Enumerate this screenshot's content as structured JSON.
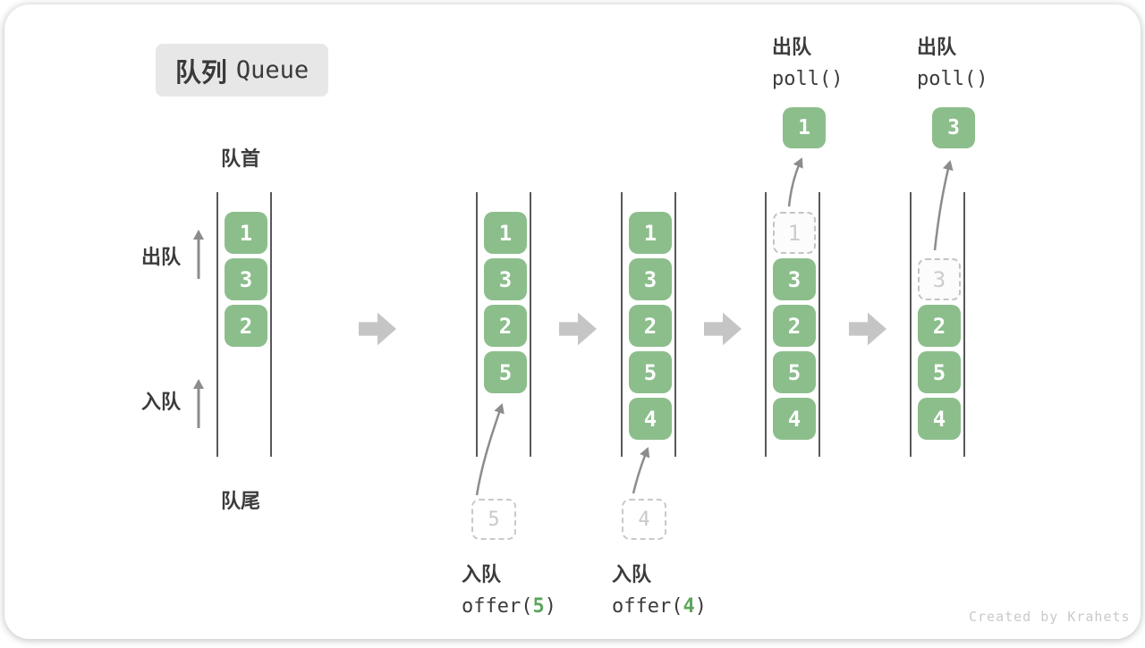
{
  "title": {
    "zh": "队列",
    "en": "Queue"
  },
  "side_labels": {
    "front": "队首",
    "rear": "队尾",
    "dequeue": "出队",
    "enqueue": "入队"
  },
  "columns": [
    {
      "boxes": [
        {
          "value": "1"
        },
        {
          "value": "3"
        },
        {
          "value": "2"
        }
      ]
    },
    {
      "boxes": [
        {
          "value": "1"
        },
        {
          "value": "3"
        },
        {
          "value": "2"
        },
        {
          "value": "5"
        }
      ]
    },
    {
      "boxes": [
        {
          "value": "1"
        },
        {
          "value": "3"
        },
        {
          "value": "2"
        },
        {
          "value": "5"
        },
        {
          "value": "4"
        }
      ]
    },
    {
      "boxes": [
        {
          "value": "1",
          "removed": true
        },
        {
          "value": "3"
        },
        {
          "value": "2"
        },
        {
          "value": "5"
        },
        {
          "value": "4"
        }
      ]
    },
    {
      "boxes": [
        {
          "value": "3",
          "removed": true
        },
        {
          "value": "2"
        },
        {
          "value": "5"
        },
        {
          "value": "4"
        }
      ]
    }
  ],
  "operations": {
    "enqueue": [
      {
        "label": "入队",
        "fn_open": "offer(",
        "arg": "5",
        "fn_close": ")",
        "pending_value": "5"
      },
      {
        "label": "入队",
        "fn_open": "offer(",
        "arg": "4",
        "fn_close": ")",
        "pending_value": "4"
      }
    ],
    "dequeue": [
      {
        "label": "出队",
        "fn": "poll()",
        "removed_value": "1"
      },
      {
        "label": "出队",
        "fn": "poll()",
        "removed_value": "3"
      }
    ]
  },
  "watermark": "Created by Krahets",
  "colors": {
    "box_green": "#8cbe8c",
    "code_arg_green": "#5ca55c",
    "flow_arrow_gray": "#c5c5c5",
    "column_line_gray": "#585858",
    "annot_arrow_gray": "#8c8c8c",
    "title_bg_gray": "#e7e7e7"
  }
}
